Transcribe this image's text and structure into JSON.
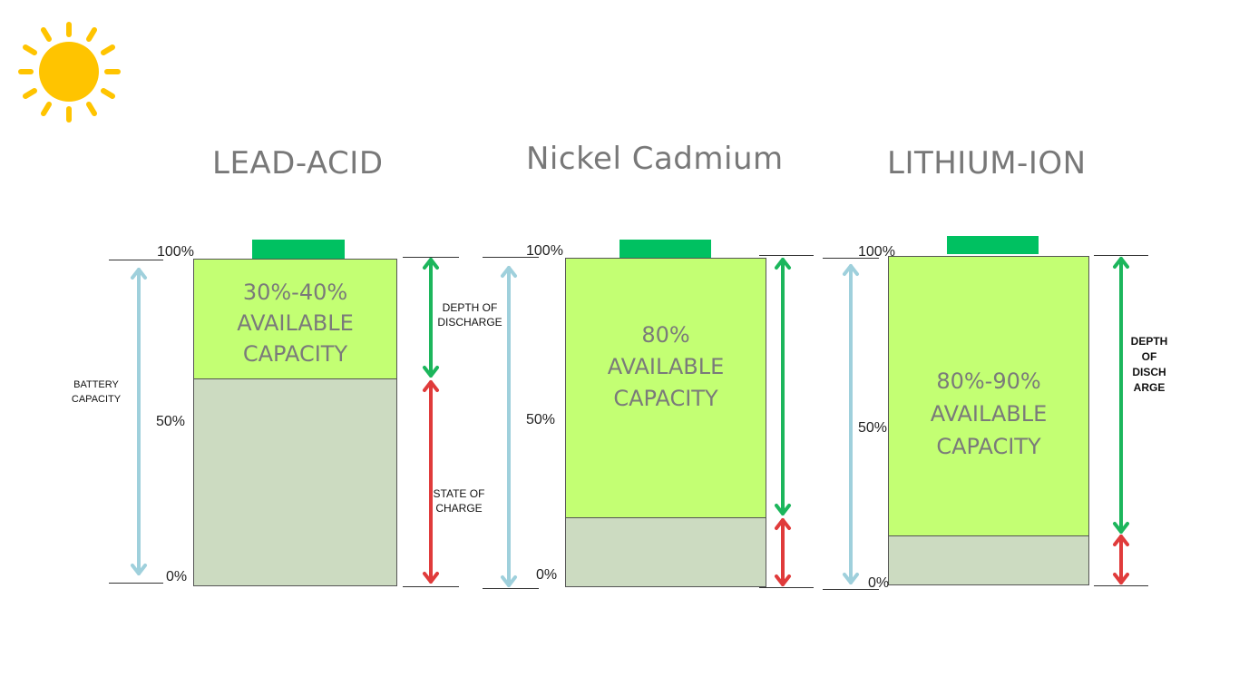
{
  "batteries": [
    {
      "title": "LEAD-ACID",
      "capacity_lines": [
        "30%-40%",
        "AVAILABLE",
        "CAPACITY"
      ],
      "scale": {
        "top": "100%",
        "mid": "50%",
        "bottom": "0%"
      },
      "left_label": [
        "BATTERY",
        "CAPACITY"
      ],
      "dod_label": [
        "DEPTH OF",
        "DISCHARGE"
      ],
      "soc_label": [
        "STATE OF",
        "CHARGE"
      ]
    },
    {
      "title": "Nickel Cadmium",
      "capacity_lines": [
        "80%",
        "AVAILABLE",
        "CAPACITY"
      ],
      "scale": {
        "top": "100%",
        "mid": "50%",
        "bottom": "0%"
      }
    },
    {
      "title": "LITHIUM-ION",
      "capacity_lines": [
        "80%-90%",
        "AVAILABLE",
        "CAPACITY"
      ],
      "scale": {
        "top": "100%",
        "mid": "50%",
        "bottom": "0%"
      },
      "dod_label": [
        "DEPTH",
        "OF",
        "DISCH",
        "ARGE"
      ]
    }
  ],
  "colors": {
    "available": "#c3ff73",
    "reserve": "#ccdbc1",
    "terminal": "#00c161",
    "sun": "#ffc400",
    "capacity_arrow": "#9fd0dc",
    "dod_arrow": "#1cb65c",
    "soc_arrow": "#e03b3b"
  },
  "icons": {
    "decoration": "sun-icon"
  }
}
